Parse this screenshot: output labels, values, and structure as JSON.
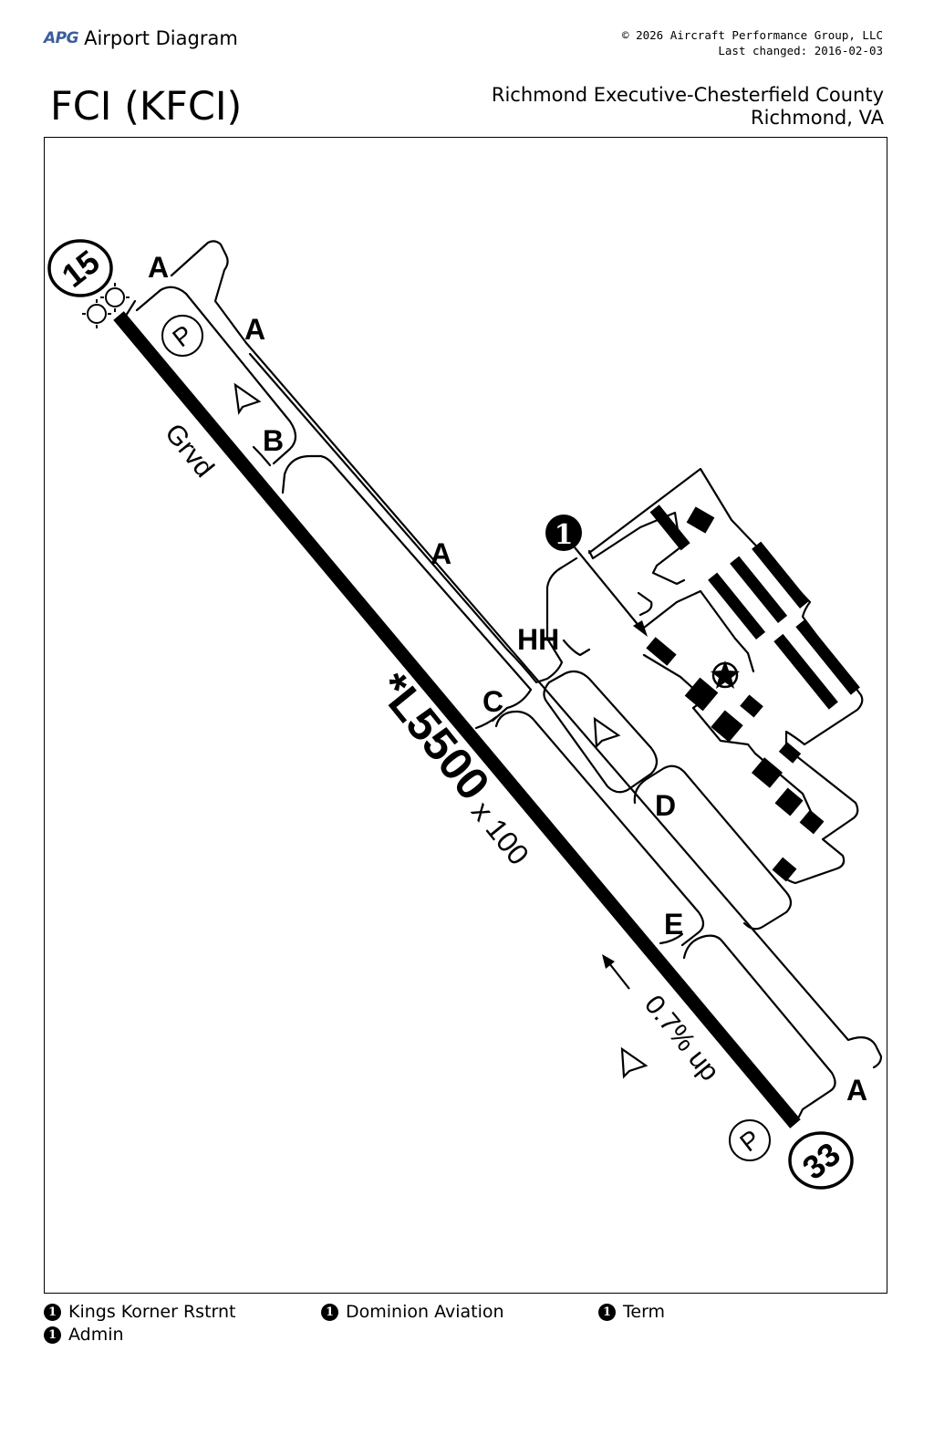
{
  "header": {
    "brand_logo": "APG",
    "brand_title": "Airport Diagram",
    "copyright": "© 2026 Aircraft Performance Group, LLC",
    "last_changed": "Last changed: 2016-02-03",
    "airport_code": "FCI (KFCI)",
    "airport_name": "Richmond Executive-Chesterfield County",
    "airport_city": "Richmond, VA"
  },
  "runway": {
    "end_north": "15",
    "end_south": "33",
    "length_label": "*L5500",
    "width_label": "x 100",
    "surface_label": "Grvd",
    "slope_label": "0.7% up"
  },
  "taxiways": {
    "a1": "A",
    "a2": "A",
    "a3": "A",
    "a4": "A",
    "b": "B",
    "c": "C",
    "d": "D",
    "e": "E",
    "hh": "HH"
  },
  "map_symbols": {
    "parking_north": "P",
    "parking_south": "P",
    "callout": "1"
  },
  "legend": [
    {
      "badge": "1",
      "label": "Kings Korner Rstrnt"
    },
    {
      "badge": "1",
      "label": "Dominion Aviation"
    },
    {
      "badge": "1",
      "label": "Term"
    },
    {
      "badge": "1",
      "label": "Admin"
    }
  ],
  "icons": [
    "windsock-icon",
    "beacon-icon",
    "rotating-beacon-star-icon",
    "arrow-icon"
  ]
}
